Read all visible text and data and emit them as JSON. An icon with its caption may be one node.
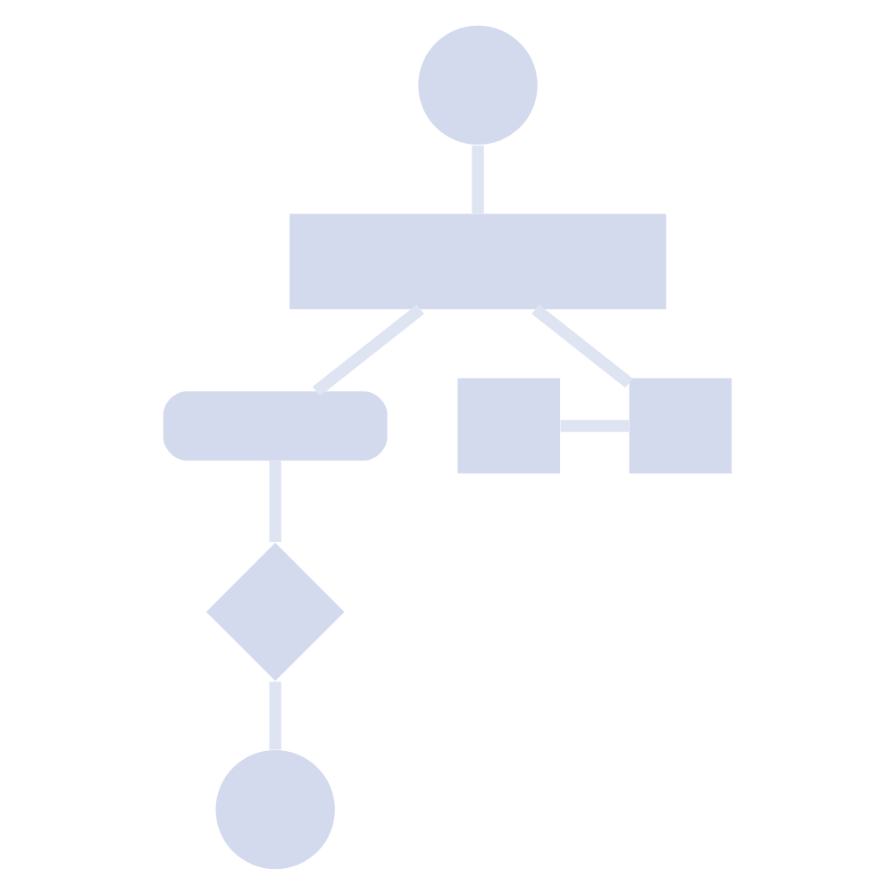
{
  "diagram": {
    "nodes": [
      {
        "text": [],
        "shape": "circle"
      },
      {
        "text": [],
        "shape": "box"
      },
      {
        "text": [],
        "shape": "box"
      },
      {
        "text": [],
        "shape": "box"
      },
      {
        "text": [],
        "shape": "bar"
      },
      {
        "text": [],
        "shape": "diamond"
      },
      {
        "text": [],
        "shape": "circle"
      }
    ],
    "edges": [
      {
        "from": 0,
        "to": 1,
        "arrow": "none"
      },
      {
        "from": 1,
        "to": 3,
        "arrow": "none"
      },
      {
        "from": 2,
        "to": 3,
        "arrow": "none"
      },
      {
        "from": 1,
        "to": 4,
        "arrow": "none"
      },
      {
        "from": 4,
        "to": 5,
        "arrow": "none"
      },
      {
        "from": 5,
        "to": 6,
        "arrow": "none"
      }
    ]
  }
}
